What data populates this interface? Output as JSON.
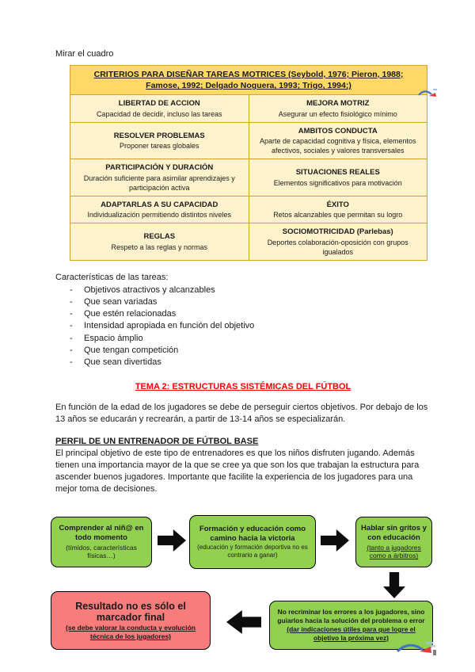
{
  "note": "Mirar el cuadro",
  "criteria_table": {
    "title": "CRITERIOS PARA DISEÑAR TAREAS MOTRICES (Seybold, 1976; Pieron, 1988; Famose, 1992; Delgado Noguera, 1993; Trigo, 1994;)",
    "rows": [
      {
        "left_title": "LIBERTAD DE ACCION",
        "left_desc": "Capacidad de decidir, incluso las tareas",
        "right_title": "MEJORA MOTRIZ",
        "right_desc": "Asegurar un efecto fisiológico mínimo"
      },
      {
        "left_title": "RESOLVER PROBLEMAS",
        "left_desc": "Proponer tareas globales",
        "right_title": "AMBITOS CONDUCTA",
        "right_desc": "Aparte de capacidad cognitiva y física, elementos afectivos, sociales y valores transversales"
      },
      {
        "left_title": "PARTICIPACIÓN Y DURACIÓN",
        "left_desc": "Duración suficiente para asimilar aprendizajes y participación activa",
        "right_title": "SITUACIONES REALES",
        "right_desc": "Elementos significativos para motivación"
      },
      {
        "left_title": "ADAPTARLAS A SU CAPACIDAD",
        "left_desc": "Individualización permitiendo distintos niveles",
        "right_title": "ÉXITO",
        "right_desc": "Retos alcanzables que permitan su logro"
      },
      {
        "left_title": "REGLAS",
        "left_desc": "Respeto a las reglas y normas",
        "right_title": "SOCIOMOTRICIDAD (Parlebas)",
        "right_desc": "Deportes colaboración-oposición con grupos igualados"
      }
    ]
  },
  "characteristics": {
    "heading": "Características de las tareas:",
    "items": [
      "Objetivos atractivos y alcanzables",
      "Que sean variadas",
      "Que estén relacionadas",
      "Intensidad apropiada en función del objetivo",
      "Espacio ámplio",
      "Que tengan competición",
      "Que sean divertidas"
    ]
  },
  "tema2": {
    "heading": "TEMA 2: ESTRUCTURAS SISTÉMICAS DEL FÚTBOL",
    "intro": "En función de la edad de los jugadores se debe de perseguir ciertos objetivos. Por debajo de los 13 años se educarán y recrearán, a partir de 13-14 años se especializarán."
  },
  "perfil": {
    "heading": "PERFIL DE UN ENTRENADOR DE FÚTBOL BASE",
    "body": "El principal objetivo de este tipo de entrenadores es que los niños disfruten jugando. Además tienen una importancia mayor de la que se cree ya que son los que trabajan la estructura para ascender buenos jugadores. Importante que facilite la experiencia de los jugadores para una mejor toma de decisiones."
  },
  "diagram": {
    "box1_title": "Comprender al niñ@ en todo momento",
    "box1_sub": "(tímidos, características físicas…)",
    "box2_title": "Formación y educación como camino hacia la victoria",
    "box2_sub": "(educación y formación deportiva no es contrario a ganar)",
    "box3_title": "Hablar sin gritos y con educación",
    "box3_sub": "(tanto a jugadores como a árbitros)",
    "box4_text": "No recriminar los errores a los jugadores, sino guiarlos hacia la solución del problema o error",
    "box4_sub": "(dar indicaciones útiles para que logre el objetivo la próxima vez)",
    "box5_title": "Resultado no es sólo el marcador final",
    "box5_sub": "(se debe valorar la conducta y evolución técnica de los jugadores)",
    "colors": {
      "green_box": "#92d050",
      "red_box": "#f87c7c",
      "table_header": "#ffd966",
      "table_cell": "#fff2cc",
      "heading_red": "#ff0000"
    }
  }
}
